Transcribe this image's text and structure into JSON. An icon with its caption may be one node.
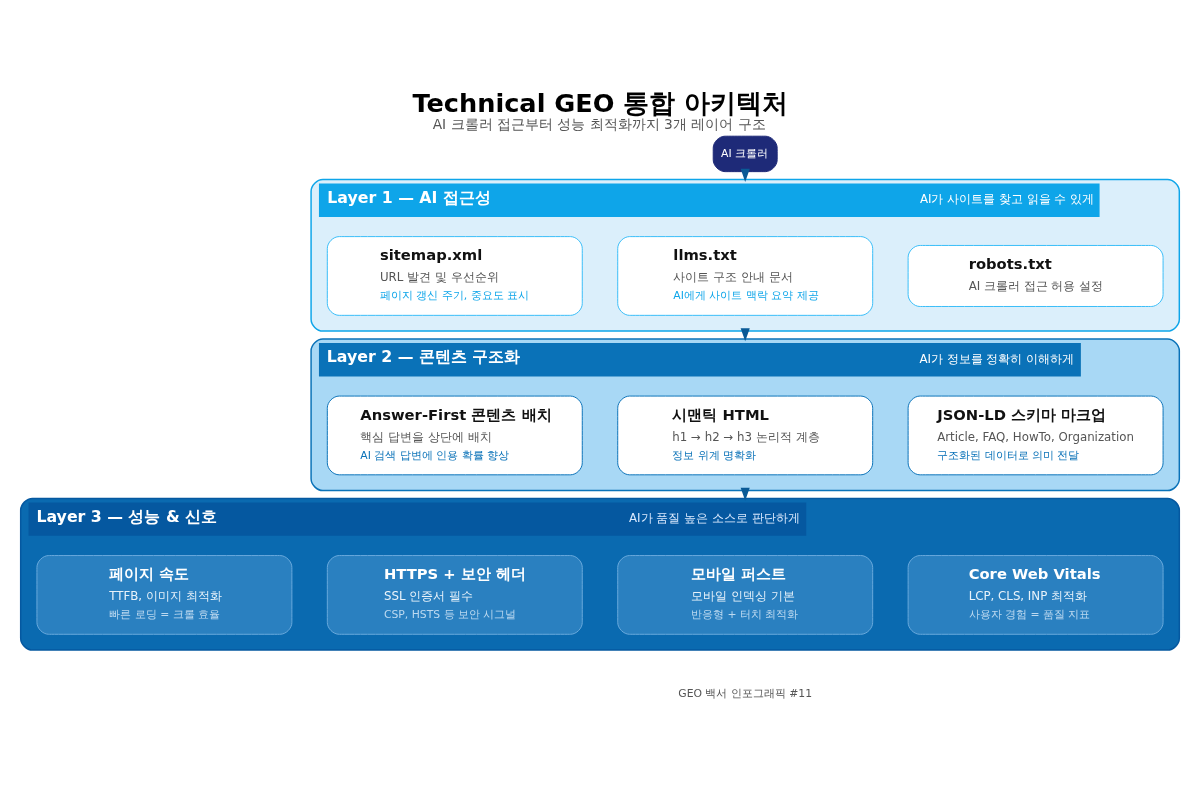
{
  "diagram": {
    "title": "Technical GEO 통합 아키텍처",
    "caption": "AI 크롤러 접근부터 성능 최적화까지 3개 레이어 구조",
    "nodes": [
      {
        "text": [
          "AI 크롤러"
        ]
      },
      {
        "text": [
          "Layer 1 — AI 접근성",
          "AI가 사이트를 찾고 읽을 수 있게"
        ]
      },
      {
        "text": [
          "robots.txt",
          "AI 크롤러 접근 허용 설정"
        ],
        "in": 1
      },
      {
        "text": [
          "llms.txt",
          "사이트 구조 안내 문서",
          "AI에게 사이트 맥락 요약 제공"
        ],
        "in": 1
      },
      {
        "text": [
          "sitemap.xml",
          "URL 발견 및 우선순위",
          "페이지 갱신 주기, 중요도 표시"
        ],
        "in": 1
      },
      {
        "text": [
          "Layer 2 — 콘텐츠 구조화",
          "AI가 정보를 정확히 이해하게"
        ]
      },
      {
        "text": [
          "JSON-LD 스키마 마크업",
          "Article, FAQ, HowTo, Organization",
          "구조화된 데이터로 의미 전달"
        ],
        "in": 5
      },
      {
        "text": [
          "시맨틱 HTML",
          "h1 → h2 → h3 논리적 계층",
          "정보 위계 명확화"
        ],
        "in": 5
      },
      {
        "text": [
          "Answer-First 콘텐츠 배치",
          "핵심 답변을 상단에 배치",
          "AI 검색 답변에 인용 확률 향상"
        ],
        "in": 5
      },
      {
        "text": [
          "Layer 3 — 성능 & 신호",
          "AI가 품질 높은 소스로 판단하게"
        ]
      },
      {
        "text": [
          "Core Web Vitals",
          "LCP, CLS, INP 최적화",
          "사용자 경험 = 품질 지표"
        ],
        "in": 9
      },
      {
        "text": [
          "모바일 퍼스트",
          "모바일 인덱싱 기본",
          "반응형 + 터치 최적화"
        ],
        "in": 9
      },
      {
        "text": [
          "HTTPS + 보안 헤더",
          "SSL 인증서 필수",
          "CSP, HSTS 등 보안 시그널"
        ],
        "in": 9
      },
      {
        "text": [
          "페이지 속도",
          "TTFB, 이미지 최적화",
          "빠른 로딩 = 크롤 효율"
        ],
        "in": 9
      }
    ],
    "edges": [
      {
        "from": 0,
        "to": 1,
        "arrow": "to"
      },
      {
        "from": 1,
        "to": 5,
        "arrow": "to"
      },
      {
        "from": 5,
        "to": 9,
        "arrow": "to"
      }
    ],
    "labels": [
      "GEO 백서 인포그래픽 #11"
    ]
  }
}
